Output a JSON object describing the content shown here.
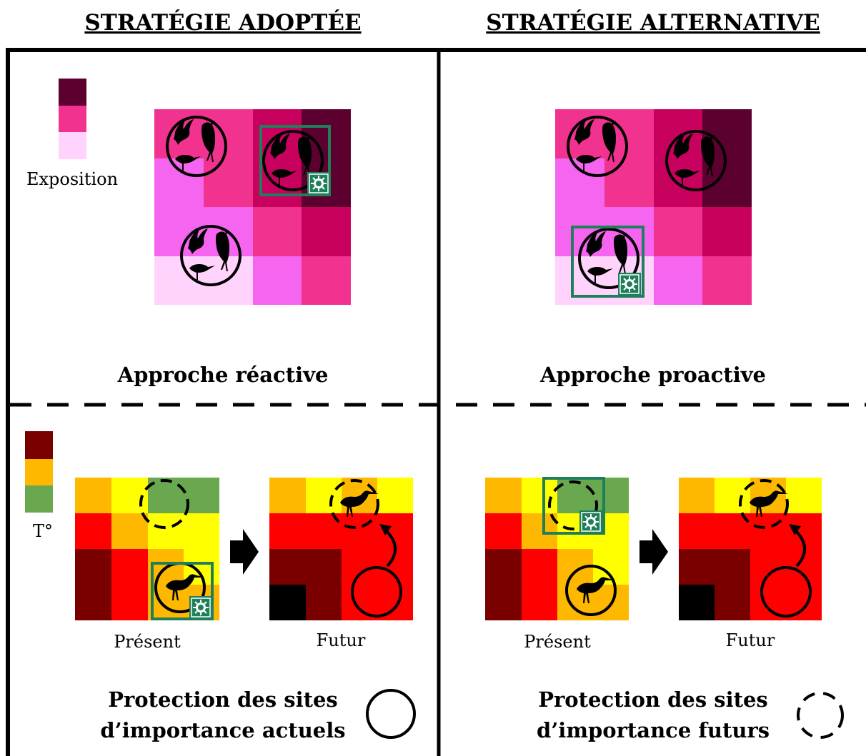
{
  "headers": {
    "adopted": "STRATÉGIE ADOPTÉE",
    "alternative": "STRATÉGIE ALTERNATIVE"
  },
  "legend": {
    "exposition": "Exposition",
    "temperature": "T°"
  },
  "panels": {
    "top_left_title": "Approche réactive",
    "top_right_title": "Approche proactive",
    "present_left": "Présent",
    "futur_left": "Futur",
    "present_right": "Présent",
    "futur_right": "Futur"
  },
  "bottom_titles": {
    "left_line1": "Protection des sites",
    "left_line2": "d’importance actuels",
    "right_line1": "Protection des sites",
    "right_line2": "d’importance futurs"
  },
  "colors": {
    "expo_high": "#5c0030",
    "expo_mid_high": "#c8005e",
    "expo_mid": "#f1338f",
    "expo_low_mid": "#f565f0",
    "expo_low": "#ffd3fb",
    "temp_black": "#000000",
    "temp_dark": "#7a0000",
    "temp_red": "#ff0000",
    "temp_orange": "#ffb800",
    "temp_yellow": "#ffff00",
    "temp_green": "#6aa84f",
    "protection_green": "#1f7f5a"
  }
}
